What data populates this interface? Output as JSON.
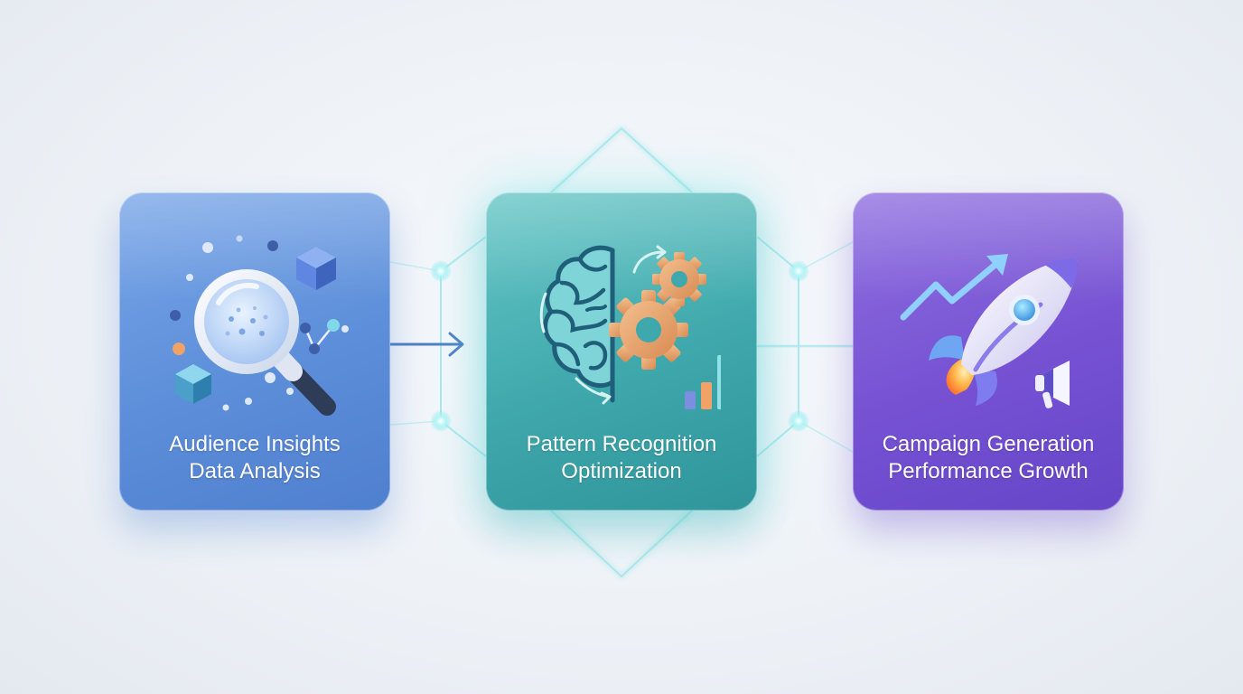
{
  "steps": [
    {
      "line1": "Audience Insights",
      "line2": "Data Analysis",
      "icon": "magnifier-data-icon"
    },
    {
      "line1": "Pattern Recognition",
      "line2": "Optimization",
      "icon": "brain-gears-icon"
    },
    {
      "line1": "Campaign Generation",
      "line2": "Performance Growth",
      "icon": "rocket-growth-icon"
    }
  ],
  "colors": {
    "step1": "#5d8ed9",
    "step2": "#3fa8ac",
    "step3": "#7652d3",
    "connector": "#4f7fc5",
    "glow": "#7fe7ee"
  }
}
